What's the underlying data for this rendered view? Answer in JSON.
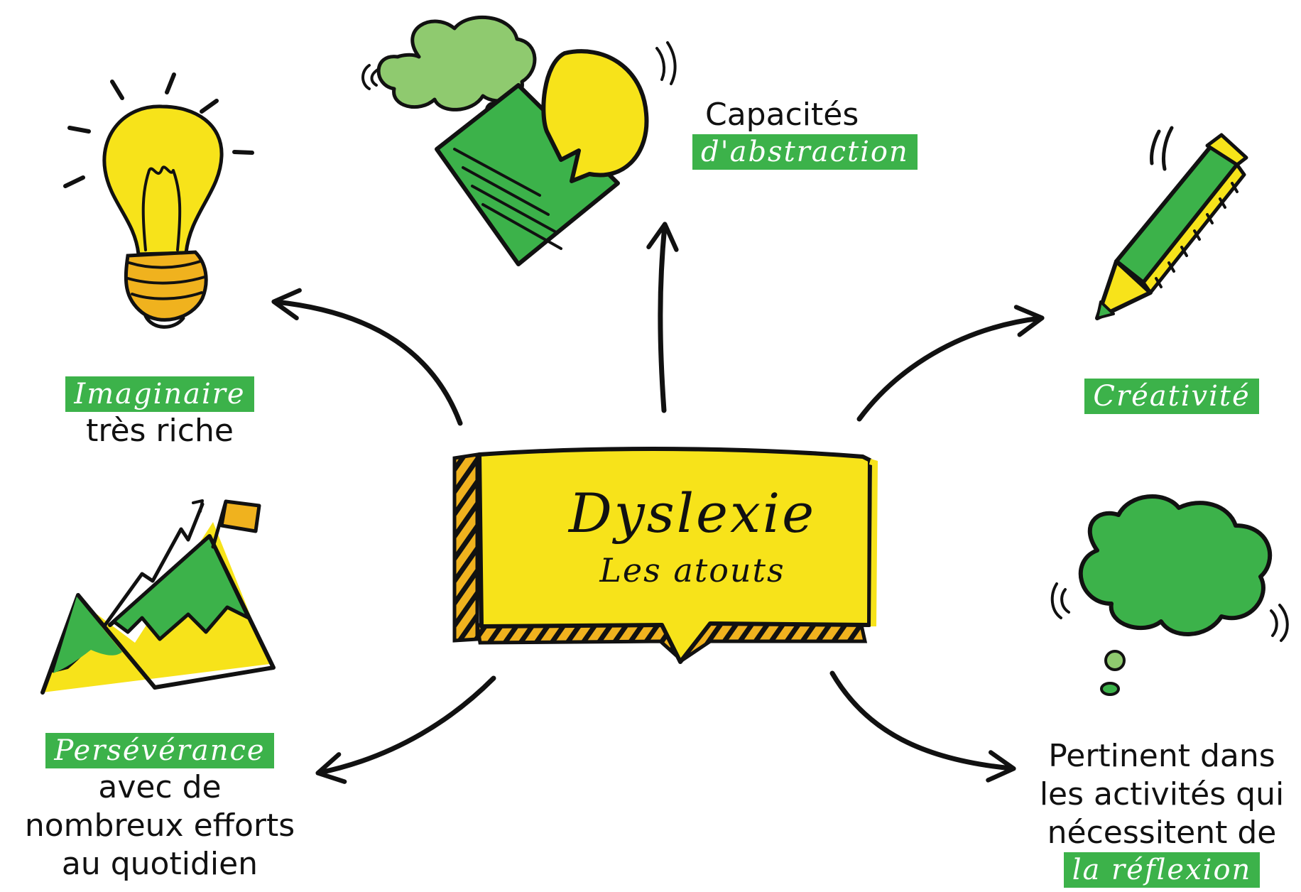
{
  "center": {
    "title": "Dyslexie",
    "subtitle": "Les atouts"
  },
  "nodes": {
    "abstraction": {
      "text": "Capacités",
      "tag": "d'abstraction"
    },
    "imaginaire": {
      "tag": "Imaginaire",
      "text": "très riche"
    },
    "creativite": {
      "tag": "Créativité"
    },
    "perseverance": {
      "tag": "Persévérance",
      "lines": [
        "avec de",
        "nombreux efforts",
        "au quotidien"
      ]
    },
    "reflexion": {
      "lines": [
        "Pertinent dans",
        "les activités qui",
        "nécessitent de"
      ],
      "tag": "la réflexion"
    }
  },
  "icons": [
    "lightbulb-icon",
    "thought-speech-paper-icon",
    "pencil-icon",
    "mountain-flag-icon",
    "thought-cloud-icon"
  ],
  "colors": {
    "green": "#3cb24a",
    "light_green": "#8fca6f",
    "yellow": "#f7e31a",
    "orange": "#f0b21e",
    "ink": "#111111"
  }
}
